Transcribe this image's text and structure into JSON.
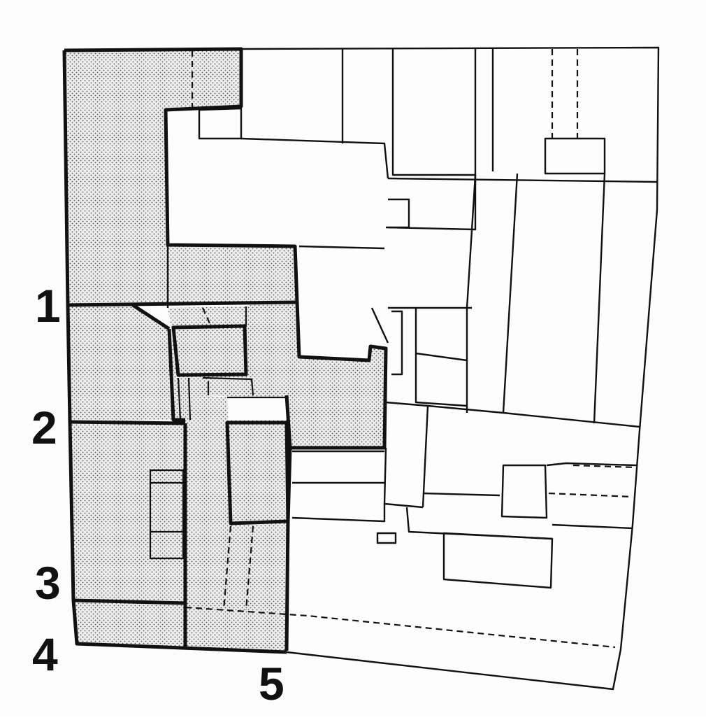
{
  "labels": {
    "l1": "1",
    "l2": "2",
    "l3": "3",
    "l4": "4",
    "l5": "5"
  },
  "colors": {
    "ink": "#111111",
    "paper": "#fdfdfd",
    "shade": "#e6e6e6"
  }
}
